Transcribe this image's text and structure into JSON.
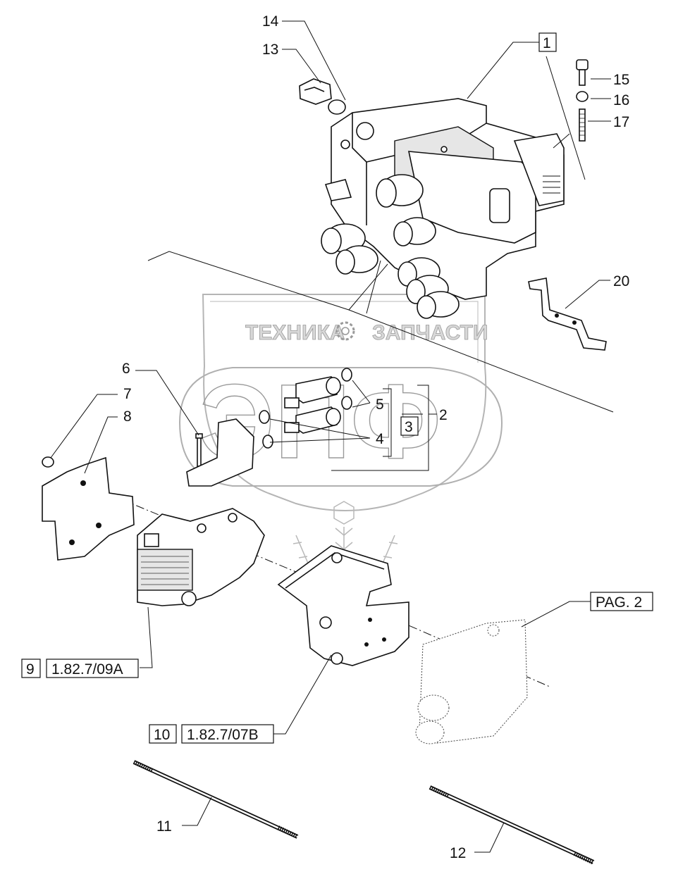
{
  "watermark": {
    "top_text_left": "ТЕХНИКА",
    "top_text_right": "ЗАПЧАСТИ",
    "main_text": "ЭПФ"
  },
  "callouts": {
    "c1": "1",
    "c2": "2",
    "c3": "3",
    "c4": "4",
    "c5": "5",
    "c6": "6",
    "c7": "7",
    "c8": "8",
    "c9": "9",
    "c10": "10",
    "c11": "11",
    "c12": "12",
    "c13": "13",
    "c14": "14",
    "c15": "15",
    "c16": "16",
    "c17": "17",
    "c20": "20"
  },
  "references": {
    "ref9": "1.82.7/09A",
    "ref10": "1.82.7/07B",
    "pag": "PAG. 2"
  }
}
